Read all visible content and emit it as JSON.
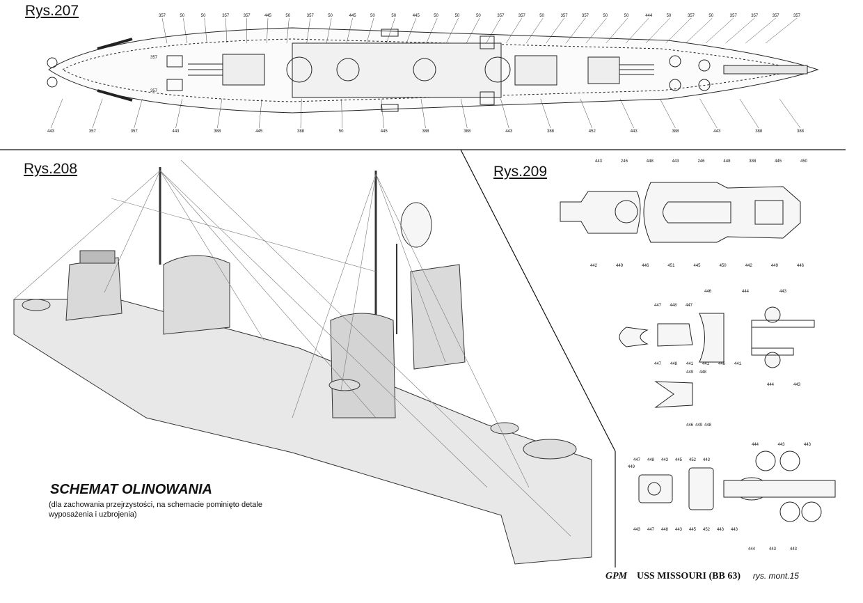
{
  "figures": {
    "rys207": {
      "title": "Rys.207",
      "callouts_top": [
        "357",
        "50",
        "50",
        "357",
        "357",
        "445",
        "50",
        "357",
        "50",
        "445",
        "50",
        "50",
        "445",
        "50",
        "50",
        "50",
        "357",
        "357",
        "50",
        "357",
        "357",
        "50",
        "50",
        "444",
        "50",
        "357",
        "50",
        "357",
        "357",
        "357",
        "357"
      ],
      "callouts_bottom": [
        "443",
        "357",
        "357",
        "443",
        "388",
        "445",
        "388",
        "50",
        "445",
        "388",
        "388",
        "443",
        "388",
        "452",
        "443",
        "388",
        "443",
        "388",
        "388"
      ],
      "callouts_left": [
        "357",
        "357"
      ]
    },
    "rys208": {
      "title": "Rys.208",
      "heading": "SCHEMAT OLINOWANIA",
      "note": "(dla zachowania przejrzystości, na schemacie pominięto detale wyposażenia i uzbrojenia)"
    },
    "rys209": {
      "title": "Rys.209",
      "callouts_a": [
        "443",
        "246",
        "448",
        "443",
        "246",
        "448",
        "388",
        "445",
        "450",
        "442",
        "449",
        "446",
        "451",
        "445",
        "450",
        "442",
        "449",
        "446"
      ],
      "callouts_b": [
        "446",
        "444",
        "443",
        "447",
        "448",
        "447",
        "447",
        "448",
        "441",
        "441",
        "446",
        "441",
        "444",
        "443",
        "449",
        "448",
        "446",
        "449",
        "448"
      ],
      "callouts_c": [
        "444",
        "443",
        "443",
        "447",
        "448",
        "443",
        "445",
        "452",
        "443",
        "449",
        "443",
        "447",
        "448",
        "443",
        "445",
        "452",
        "443",
        "443",
        "444",
        "443",
        "443"
      ]
    }
  },
  "footer": {
    "brand": "GPM",
    "ship": "USS MISSOURI (BB 63)",
    "sheet": "rys. mont.15"
  }
}
